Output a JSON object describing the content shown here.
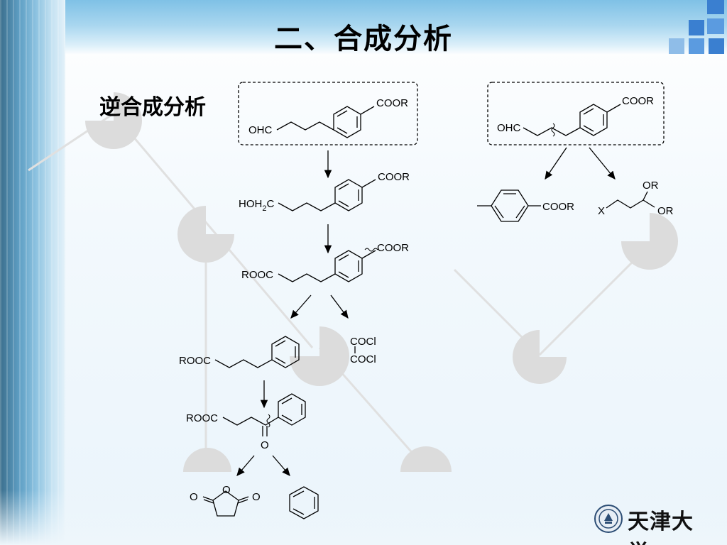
{
  "title": "二、合成分析",
  "subtitle": "逆合成分析",
  "footer": {
    "university": "天津大学"
  },
  "labels": {
    "target_coor": "COOR",
    "target_ohc": "OHC",
    "alcohol_coor": "COOR",
    "alcohol_hoh2c": "HOH",
    "alcohol_sub": "2",
    "alcohol_c": "C",
    "diester_coor": "COOR",
    "diester_rooc": "ROOC",
    "phenyl_rooc": "ROOC",
    "oxalyl_cocl_1": "COCl",
    "oxalyl_cocl_2": "COCl",
    "ketone_rooc": "ROOC",
    "ketone_o": "O",
    "anhydride_o_left": "O",
    "anhydride_o_ring": "O",
    "anhydride_o_right": "O",
    "right_target_coor": "COOR",
    "right_target_ohc": "OHC",
    "toluate_coor": "COOR",
    "acetal_or_1": "OR",
    "acetal_or_2": "OR",
    "acetal_x": "X"
  },
  "colors": {
    "sidebar": "#5f9fc4",
    "accent_blue": "#3a7fd0",
    "light_blue": "#8fbde8"
  },
  "icons": [
    "university-seal-icon"
  ]
}
